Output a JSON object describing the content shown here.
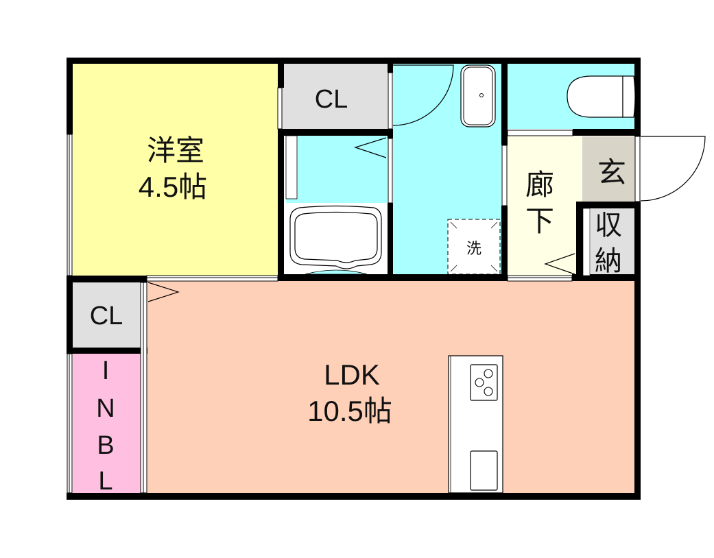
{
  "colors": {
    "wall": "#000000",
    "western_room": "#ffffa8",
    "closet": "#e0e0e0",
    "wet_area": "#aaffff",
    "corridor": "#ffffe6",
    "entrance": "#d8d4c8",
    "storage": "#e0e0e0",
    "ldk": "#ffd0b8",
    "inbl": "#ffbfe0",
    "fixture": "#ffffff"
  },
  "rooms": {
    "western_room": {
      "name": "洋室",
      "size": "4.5帖"
    },
    "closet_top": {
      "name": "CL"
    },
    "closet_left": {
      "name": "CL"
    },
    "hallway": {
      "name_line1": "廊",
      "name_line2": "下"
    },
    "entrance": {
      "name": "玄"
    },
    "storage": {
      "name_line1": "収",
      "name_line2": "納"
    },
    "washer": {
      "name": "洗"
    },
    "ldk": {
      "name": "LDK",
      "size": "10.5帖"
    },
    "inbl": {
      "letters": [
        "I",
        "N",
        "B",
        "L"
      ]
    }
  }
}
